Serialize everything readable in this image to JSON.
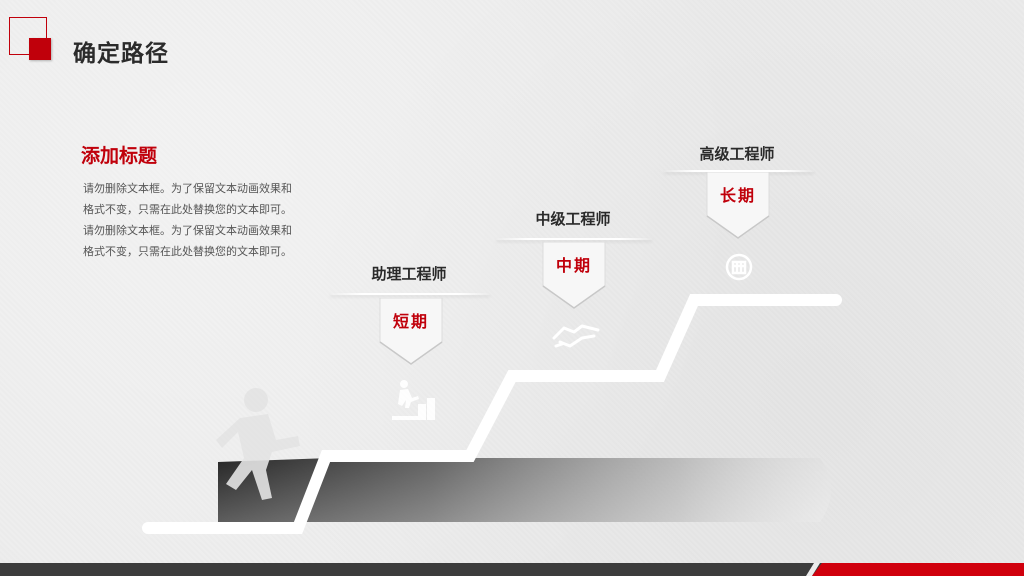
{
  "header": {
    "title": "确定路径"
  },
  "content": {
    "title": "添加标题",
    "paragraphs": [
      "请勿删除文本框。为了保留文本动画效果和格式不变，只需在此处替换您的文本即可。",
      "请勿删除文本框。为了保留文本动画效果和格式不变，只需在此处替换您的文本即可。"
    ]
  },
  "stages": [
    {
      "title": "助理工程师",
      "tag": "短期",
      "icon": "climbing-steps-icon"
    },
    {
      "title": "中级工程师",
      "tag": "中期",
      "icon": "handshake-icon"
    },
    {
      "title": "高级工程师",
      "tag": "长期",
      "icon": "calendar-icon"
    }
  ],
  "colors": {
    "accent": "#c0000b",
    "dark": "#3c3c3c",
    "background": "#ececec"
  }
}
